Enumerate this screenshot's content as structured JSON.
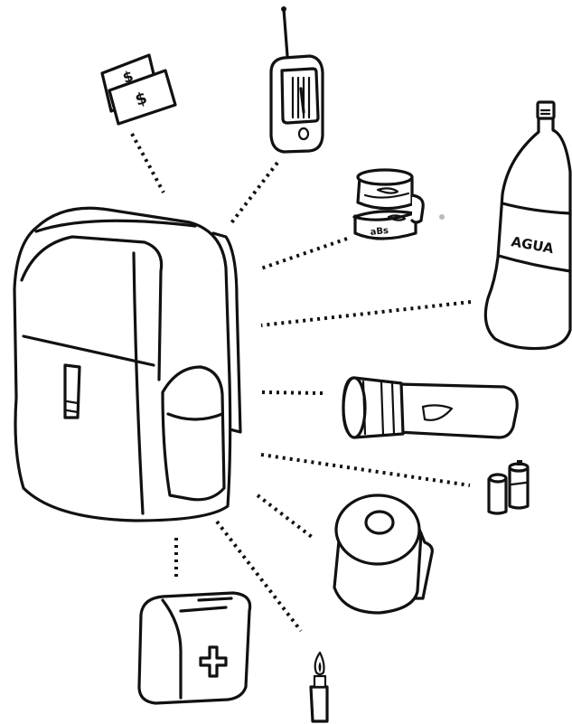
{
  "drawing": {
    "items": [
      {
        "key": "cash",
        "text": "$"
      },
      {
        "key": "cash-second",
        "text": "$"
      },
      {
        "key": "radio"
      },
      {
        "key": "canned-food",
        "text": "aBs"
      },
      {
        "key": "water-bottle",
        "text": "AGUA"
      },
      {
        "key": "flashlight"
      },
      {
        "key": "batteries"
      },
      {
        "key": "toilet-paper"
      },
      {
        "key": "first-aid-kit"
      },
      {
        "key": "lighter"
      },
      {
        "key": "backpack"
      }
    ]
  },
  "colors": {
    "ink": "#111111",
    "paper": "#ffffff"
  }
}
